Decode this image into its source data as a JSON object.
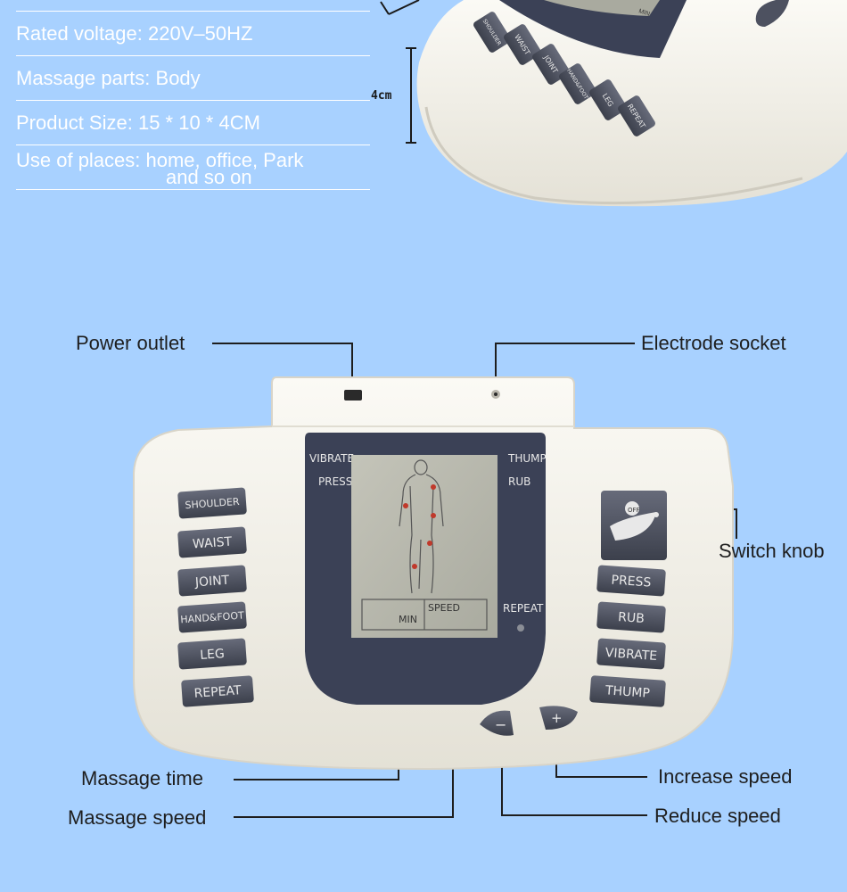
{
  "specs": {
    "voltage": "Rated voltage: 220V–50HZ",
    "parts": "Massage parts: Body",
    "size": "Product Size: 15 * 10 * 4CM",
    "places_line1": "Use of places: home, office, Park",
    "places_line2": "and so on"
  },
  "top_device": {
    "dimension": "4cm",
    "screen_label": "MIN",
    "buttons": [
      "SHOULDER",
      "WAIST",
      "JOINT",
      "HAND&FOOT",
      "LEG",
      "REPEAT"
    ]
  },
  "callouts": {
    "power_outlet": "Power outlet",
    "electrode_socket": "Electrode socket",
    "switch_knob": "Switch knob",
    "massage_time": "Massage time",
    "massage_speed": "Massage speed",
    "increase_speed": "Increase speed",
    "reduce_speed": "Reduce speed"
  },
  "device": {
    "mode_labels": {
      "vibrate": "VIBRATE",
      "press": "PRESS",
      "thump": "THUMP",
      "rub": "RUB",
      "repeat": "REPEAT"
    },
    "screen": {
      "min": "MIN",
      "speed": "SPEED"
    },
    "left_buttons": [
      "SHOULDER",
      "WAIST",
      "JOINT",
      "HAND&FOOT",
      "LEG",
      "REPEAT"
    ],
    "right_buttons": [
      "PRESS",
      "RUB",
      "VIBRATE",
      "THUMP"
    ],
    "knob_label": "OFF",
    "minus": "−",
    "plus": "+"
  },
  "colors": {
    "background": "#a8d1ff",
    "device_body": "#f3f1ea",
    "screen_frame": "#3b4156",
    "lcd": "#b8b8ad",
    "button": "#4d5160",
    "body_dot": "#c0392b"
  }
}
